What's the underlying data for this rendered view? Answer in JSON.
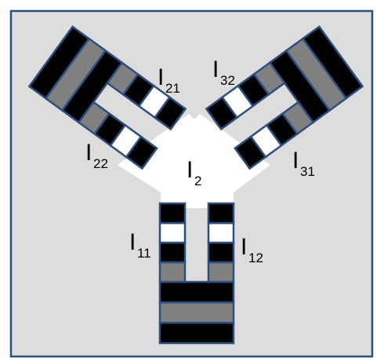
{
  "diagram": {
    "colors": {
      "background": "#dddddd",
      "frame": "#2e4f7e",
      "cell_border": "#2e4f7e",
      "black": "#000000",
      "gray": "#808080",
      "white": "#ffffff"
    },
    "arms": {
      "left": {
        "big_bars": [
          "black",
          "gray",
          "black"
        ],
        "fingers": {
          "upper": [
            "gray",
            "black",
            "white",
            "black"
          ],
          "lower": [
            "gray",
            "black",
            "white",
            "black"
          ]
        }
      },
      "right": {
        "big_bars": [
          "black",
          "gray",
          "black"
        ],
        "fingers": {
          "upper": [
            "gray",
            "black",
            "white",
            "black"
          ],
          "lower": [
            "gray",
            "black",
            "white",
            "black"
          ]
        }
      },
      "bottom": {
        "big_bars": [
          "black",
          "gray",
          "black"
        ],
        "fingers": {
          "left": [
            "gray",
            "black",
            "white",
            "black"
          ],
          "right": [
            "gray",
            "black",
            "white",
            "black"
          ]
        }
      }
    },
    "labels": {
      "center": {
        "main": "I",
        "sub": "2"
      },
      "l21": {
        "main": "I",
        "sub": "21"
      },
      "l22": {
        "main": "I",
        "sub": "22"
      },
      "l32": {
        "main": "I",
        "sub": "32"
      },
      "l31": {
        "main": "I",
        "sub": "31"
      },
      "l11": {
        "main": "I",
        "sub": "11"
      },
      "l12": {
        "main": "I",
        "sub": "12"
      }
    }
  }
}
